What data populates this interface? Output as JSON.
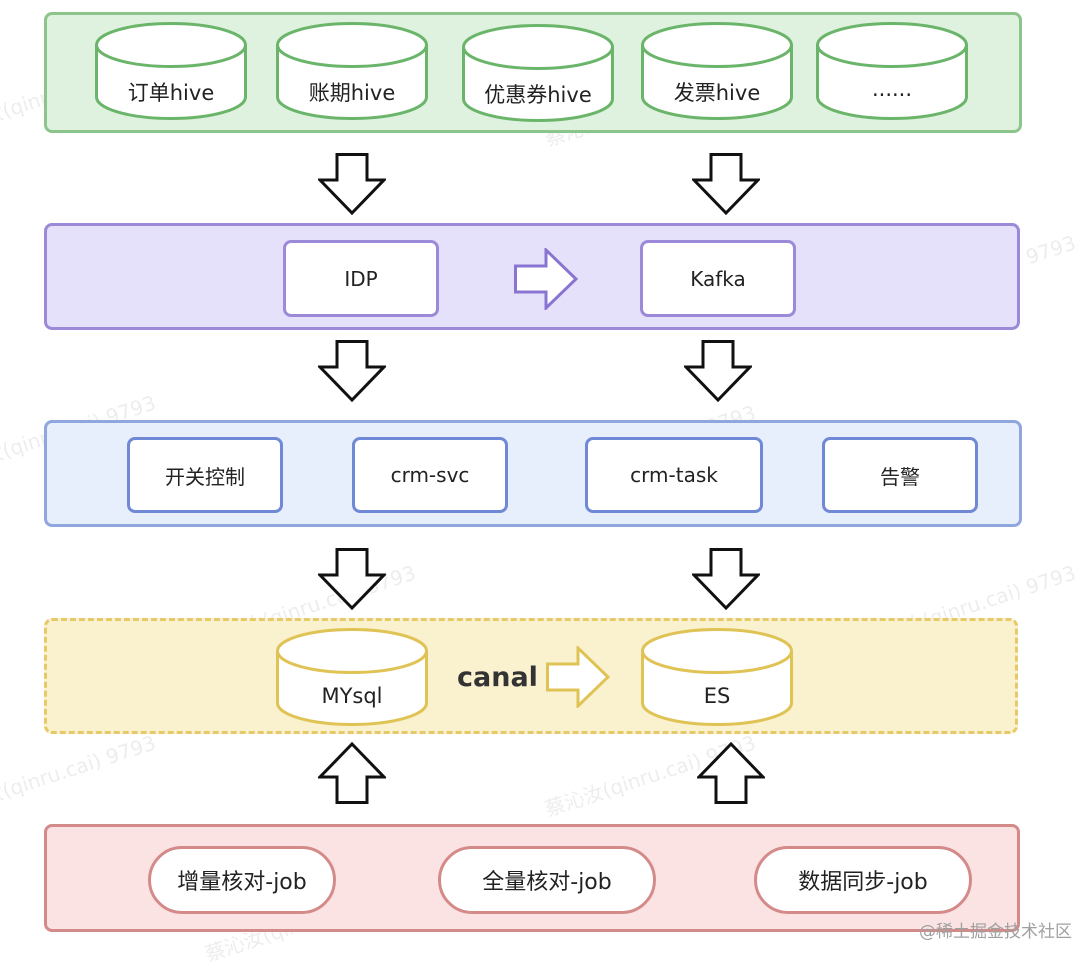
{
  "layers": {
    "hive": [
      "订单hive",
      "账期hive",
      "优惠券hive",
      "发票hive",
      "......"
    ],
    "pipeline": {
      "idp": "IDP",
      "kafka": "Kafka"
    },
    "services": [
      "开关控制",
      "crm-svc",
      "crm-task",
      "告警"
    ],
    "storage": {
      "mysql": "MYsql",
      "es": "ES",
      "sync_label": "canal"
    },
    "jobs": [
      "增量核对-job",
      "全量核对-job",
      "数据同步-job"
    ]
  },
  "watermark": "蔡沁汝(qinru.cai) 9793",
  "footer": "@稀土掘金技术社区",
  "colors": {
    "green_fill": "#dff2df",
    "green_border": "#8bc58b",
    "purple_fill": "#e6e1fa",
    "purple_border": "#9c8ad8",
    "blue_fill": "#e7eefc",
    "blue_border": "#6f89d6",
    "yellow_fill": "#faf1cf",
    "yellow_border": "#e6c969",
    "red_fill": "#fbe3e3",
    "red_border": "#d58a8a"
  }
}
